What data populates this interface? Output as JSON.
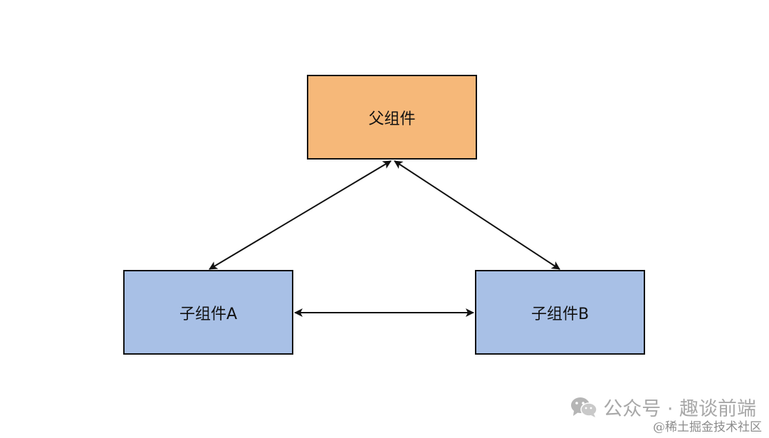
{
  "nodes": {
    "parent": {
      "label": "父组件",
      "fill": "#f6b879"
    },
    "child_a": {
      "label": "子组件A",
      "fill": "#a8c0e6"
    },
    "child_b": {
      "label": "子组件B",
      "fill": "#a8c0e6"
    }
  },
  "edges": [
    {
      "from": "parent",
      "to": "child_a",
      "direction": "both"
    },
    {
      "from": "parent",
      "to": "child_b",
      "direction": "both"
    },
    {
      "from": "child_a",
      "to": "child_b",
      "direction": "both"
    }
  ],
  "watermarks": {
    "account": "公众号 · 趣谈前端",
    "forum": "@稀土掘金技术社区",
    "account_icon": "wechat-icon"
  }
}
